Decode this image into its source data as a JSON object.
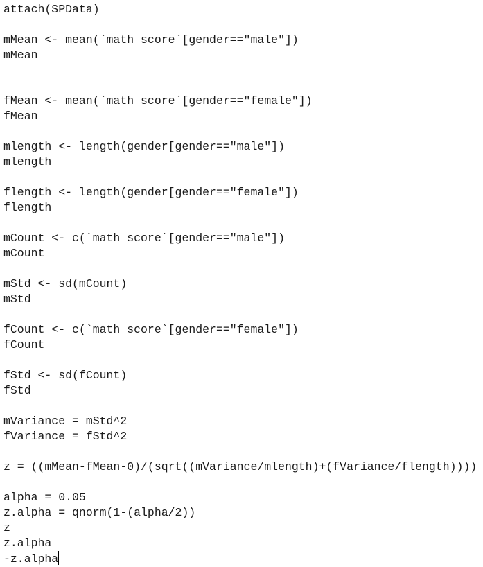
{
  "editor": {
    "lines": [
      "attach(SPData)",
      "",
      "mMean <- mean(`math score`[gender==\"male\"])",
      "mMean",
      "",
      "",
      "fMean <- mean(`math score`[gender==\"female\"])",
      "fMean",
      "",
      "mlength <- length(gender[gender==\"male\"])",
      "mlength",
      "",
      "flength <- length(gender[gender==\"female\"])",
      "flength",
      "",
      "mCount <- c(`math score`[gender==\"male\"])",
      "mCount",
      "",
      "mStd <- sd(mCount)",
      "mStd",
      "",
      "fCount <- c(`math score`[gender==\"female\"])",
      "fCount",
      "",
      "fStd <- sd(fCount)",
      "fStd",
      "",
      "mVariance = mStd^2",
      "fVariance = fStd^2",
      "",
      "z = ((mMean-fMean-0)/(sqrt((mVariance/mlength)+(fVariance/flength))))",
      "",
      "alpha = 0.05",
      "z.alpha = qnorm(1-(alpha/2))",
      "z",
      "z.alpha",
      "-z.alpha"
    ]
  }
}
